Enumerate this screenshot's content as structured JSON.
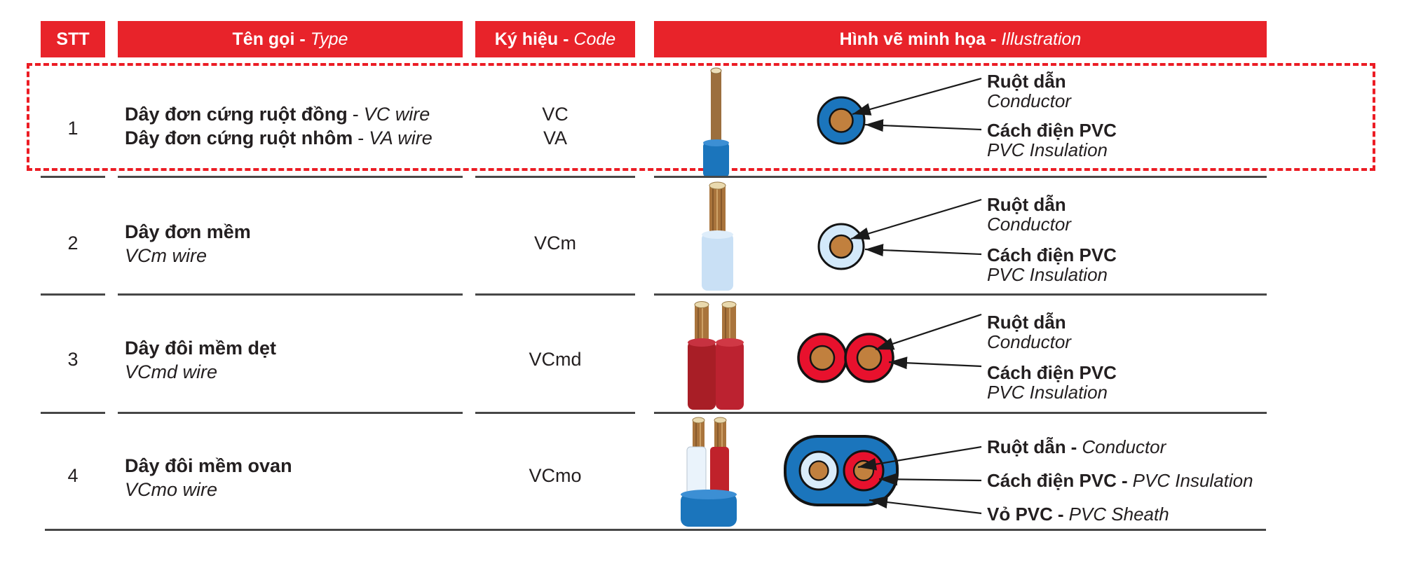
{
  "header": {
    "stt": "STT",
    "name": {
      "vi": "Tên gọi",
      "dash": "-",
      "en": "Type"
    },
    "code": {
      "vi": "Ký hiệu",
      "dash": "-",
      "en": "Code"
    },
    "illustration": {
      "vi": "Hình vẽ minh họa",
      "dash": "-",
      "en": "Illustration"
    }
  },
  "rows": [
    {
      "stt": "1",
      "name_lines": [
        {
          "vi": "Dây đơn cứng ruột đồng",
          "dash": "-",
          "en": "VC wire"
        },
        {
          "vi": "Dây đơn cứng ruột nhôm",
          "dash": "-",
          "en": "VA wire"
        }
      ],
      "codes": [
        "VC",
        "VA"
      ],
      "labels": [
        {
          "vi": "Ruột dẫn",
          "en": "Conductor"
        },
        {
          "vi": "Cách điện PVC",
          "en": "PVC Insulation"
        }
      ]
    },
    {
      "stt": "2",
      "name_lines": [
        {
          "vi": "Dây đơn mềm",
          "dash": "",
          "en": "VCm wire"
        }
      ],
      "codes": [
        "VCm"
      ],
      "labels": [
        {
          "vi": "Ruột dẫn",
          "en": "Conductor"
        },
        {
          "vi": "Cách điện PVC",
          "en": "PVC Insulation"
        }
      ]
    },
    {
      "stt": "3",
      "name_lines": [
        {
          "vi": "Dây đôi mềm dẹt",
          "dash": "",
          "en": "VCmd wire"
        }
      ],
      "codes": [
        "VCmd"
      ],
      "labels": [
        {
          "vi": "Ruột dẫn",
          "en": "Conductor"
        },
        {
          "vi": "Cách điện PVC",
          "en": "PVC Insulation"
        }
      ]
    },
    {
      "stt": "4",
      "name_lines": [
        {
          "vi": "Dây đôi mềm ovan",
          "dash": "",
          "en": "VCmo wire"
        }
      ],
      "codes": [
        "VCmo"
      ],
      "labels": [
        {
          "vi": "Ruột dẫn",
          "dash": "-",
          "en": "Conductor"
        },
        {
          "vi": "Cách điện PVC",
          "dash": "-",
          "en": "PVC Insulation"
        },
        {
          "vi": "Vỏ PVC",
          "dash": "-",
          "en": "PVC Sheath"
        }
      ]
    }
  ],
  "annotation": {
    "type": "dashed-highlight-box",
    "highlighted_row": "1"
  },
  "colors": {
    "header_red": "#E8232A",
    "highlight_red": "#EC1C24",
    "text": "#231F20",
    "separator": "#474747",
    "insulation_blue": "#1B75BC",
    "insulation_pale_blue": "#D3E9FA",
    "insulation_red": "#E8112D",
    "wire_red_dark": "#A81E26",
    "copper": "#C1803E",
    "copper_side": "#A9743C",
    "copper_tip": "#E9D9AE"
  }
}
